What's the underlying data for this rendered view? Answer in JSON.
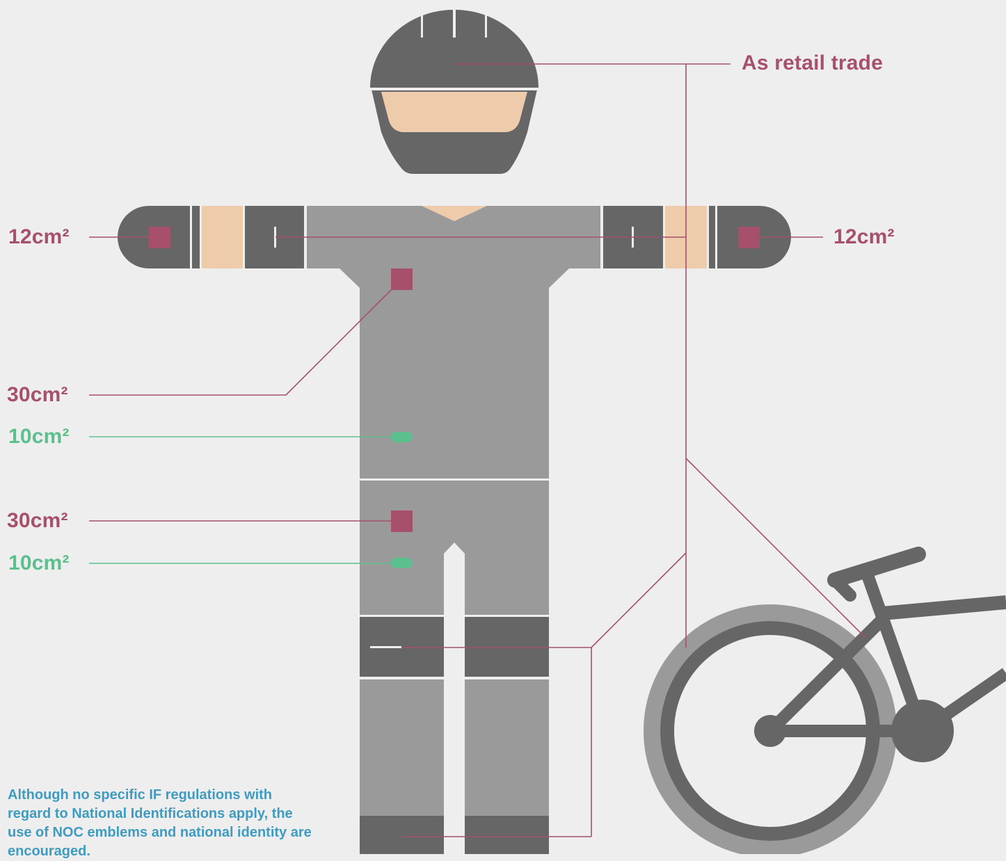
{
  "colors": {
    "background": "#eeeeee",
    "dark_grey": "#666666",
    "mid_grey": "#9a9a9a",
    "skin": "#eecbab",
    "logo_crimson": "#a6506c",
    "logo_green": "#5cc08e",
    "note_blue": "#3f9bbf"
  },
  "labels": {
    "head_callout": "As retail trade",
    "left_sleeve": "12cm²",
    "right_sleeve": "12cm²",
    "chest_logo": "30cm²",
    "chest_small": "10cm²",
    "shorts_logo": "30cm²",
    "shorts_small": "10cm²"
  },
  "note": "Although no specific IF regulations with regard to National Identifications apply, the use of NOC emblems and national identity are encouraged.",
  "icons": [
    "cyclist-figure",
    "helmet-icon",
    "bicycle-icon"
  ]
}
